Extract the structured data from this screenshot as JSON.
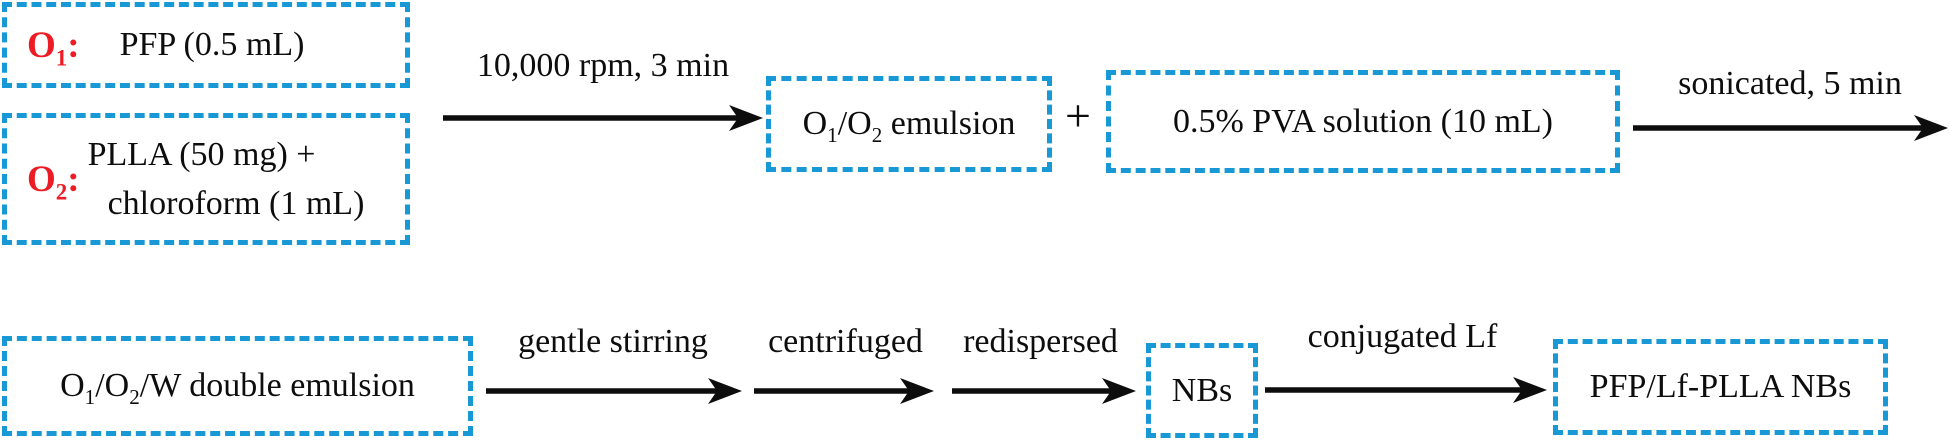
{
  "colors": {
    "box_border_blue": "#1899d6",
    "oil_label_red": "#ed1c24",
    "ink_black": "#0d0d0d"
  },
  "row1": {
    "o1_box": {
      "tag": "O",
      "tag_sub": "1",
      "colon": ":",
      "content": "PFP (0.5 mL)"
    },
    "o2_box": {
      "tag": "O",
      "tag_sub": "2",
      "colon": ":",
      "line1": "PLLA (50 mg) +",
      "line2": "chloroform (1 mL)"
    },
    "arrow_homogenize": {
      "label": "10,000 rpm, 3 min"
    },
    "emulsion_box": {
      "p1": "O",
      "s1": "1",
      "p2": "/O",
      "s2": "2",
      "p3": " emulsion"
    },
    "plus_sign": "+",
    "pva_box": {
      "content": "0.5% PVA solution (10 mL)"
    },
    "arrow_sonicate": {
      "label": "sonicated, 5 min"
    }
  },
  "row2": {
    "double_emulsion_box": {
      "p1": "O",
      "s1": "1",
      "p2": "/O",
      "s2": "2",
      "p3": "/W double emulsion"
    },
    "arrow_stir": {
      "label": "gentle stirring"
    },
    "arrow_centrifuge": {
      "label": "centrifuged"
    },
    "arrow_redisperse": {
      "label": "redispersed"
    },
    "nbs_box": {
      "content": "NBs"
    },
    "arrow_conjugate": {
      "label": "conjugated Lf"
    },
    "final_box": {
      "content": "PFP/Lf-PLLA NBs"
    }
  }
}
